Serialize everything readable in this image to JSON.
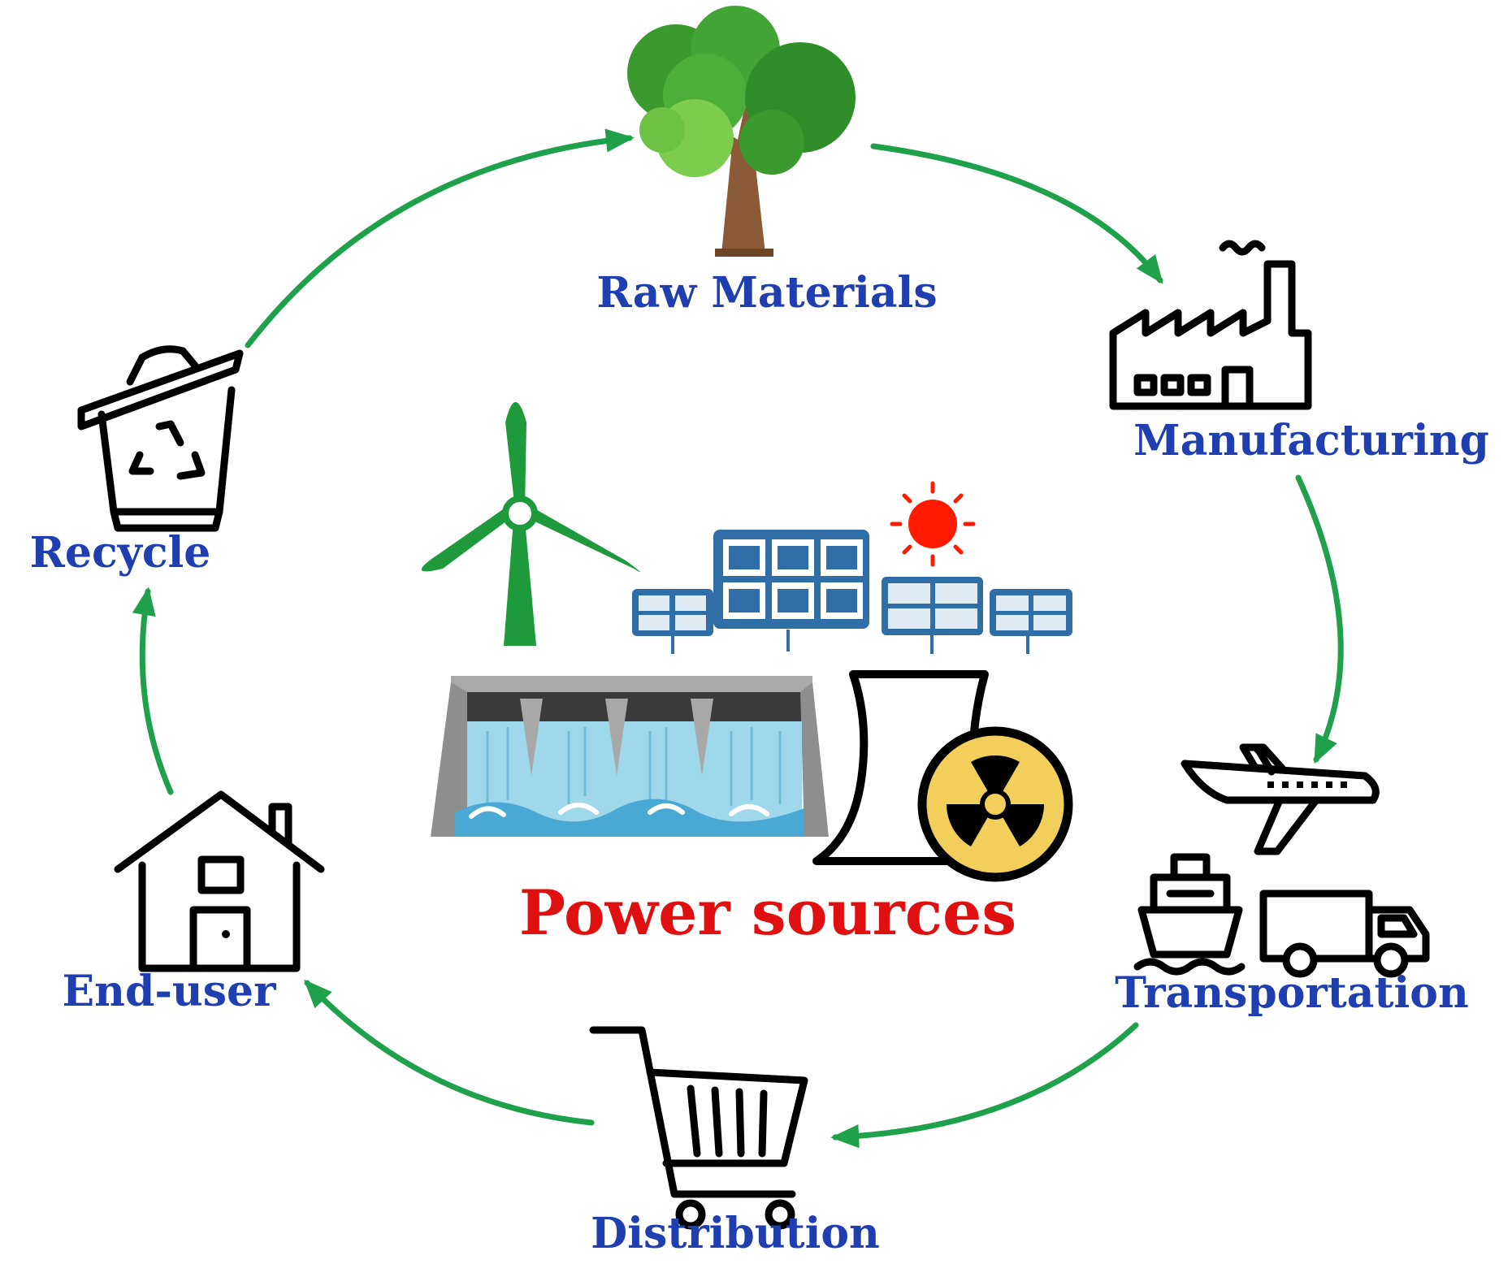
{
  "stages": {
    "raw_materials": "Raw Materials",
    "manufacturing": "Manufacturing",
    "transportation": "Transportation",
    "distribution": "Distribution",
    "end_user": "End-user",
    "recycle": "Recycle"
  },
  "center": {
    "title": "Power sources"
  },
  "icons": {
    "raw_materials": "tree-icon",
    "manufacturing": "factory-icon",
    "transportation": [
      "airplane-icon",
      "ship-icon",
      "truck-icon"
    ],
    "distribution": "shopping-cart-icon",
    "end_user": "house-icon",
    "recycle": "recycle-bin-icon",
    "power_sources": [
      "wind-turbine-icon",
      "solar-panel-icon",
      "sun-icon",
      "hydro-dam-icon",
      "nuclear-plant-icon"
    ]
  },
  "colors": {
    "arrow": "#1fa04a",
    "stage_label": "#1f3fb0",
    "center_label": "#e01010",
    "tree_foliage": "#4caf3a",
    "turbine": "#1e9a3c",
    "solar_panel": "#2f6ea6",
    "sun": "#ff1a00",
    "water": "#9fd8ea",
    "radiation": "#f2cf5a"
  }
}
